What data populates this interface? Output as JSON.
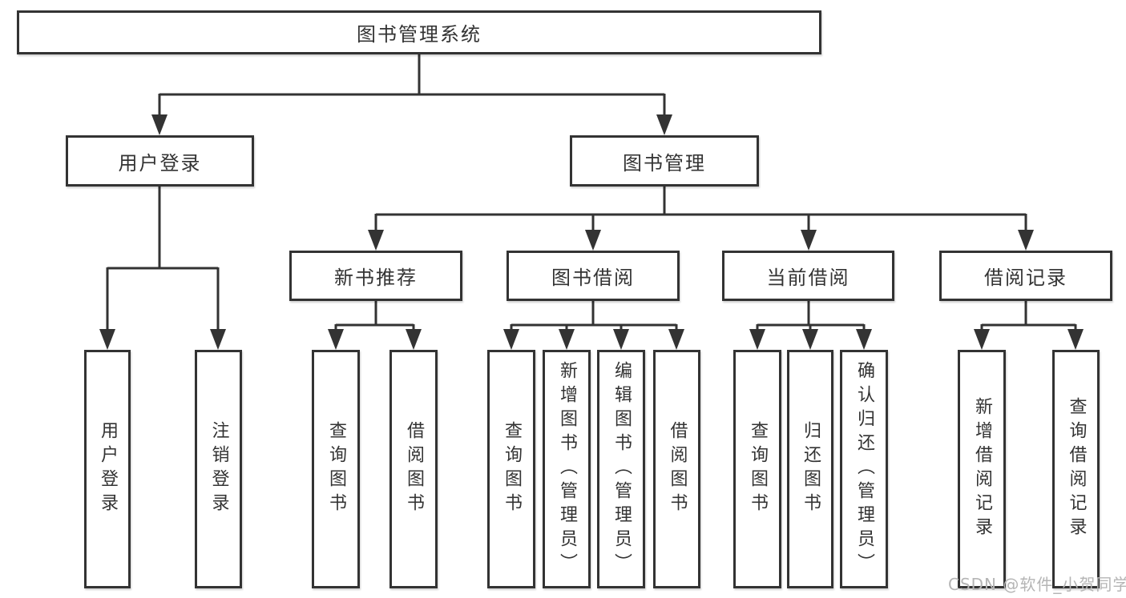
{
  "colors": {
    "line": "#333333",
    "box_border": "#333333",
    "box_fill": "#ffffff",
    "text": "#333333",
    "watermark_text": "#b5b5b5",
    "background": "#ffffff"
  },
  "watermark": {
    "text": "CSDN @软件_小贺同学"
  },
  "tree": {
    "root": {
      "label": "图书管理系统",
      "children": [
        {
          "label": "用户登录",
          "children": [
            {
              "label": "用户登录"
            },
            {
              "label": "注销登录"
            }
          ]
        },
        {
          "label": "图书管理",
          "children": [
            {
              "label": "新书推荐",
              "children": [
                {
                  "label": "查询图书"
                },
                {
                  "label": "借阅图书"
                }
              ]
            },
            {
              "label": "图书借阅",
              "children": [
                {
                  "label": "查询图书"
                },
                {
                  "label": "新增图书（管理员）"
                },
                {
                  "label": "编辑图书（管理员）"
                },
                {
                  "label": "借阅图书"
                }
              ]
            },
            {
              "label": "当前借阅",
              "children": [
                {
                  "label": "查询图书"
                },
                {
                  "label": "归还图书"
                },
                {
                  "label": "确认归还（管理员）"
                }
              ]
            },
            {
              "label": "借阅记录",
              "children": [
                {
                  "label": "新增借阅记录"
                },
                {
                  "label": "查询借阅记录"
                }
              ]
            }
          ]
        }
      ]
    }
  }
}
